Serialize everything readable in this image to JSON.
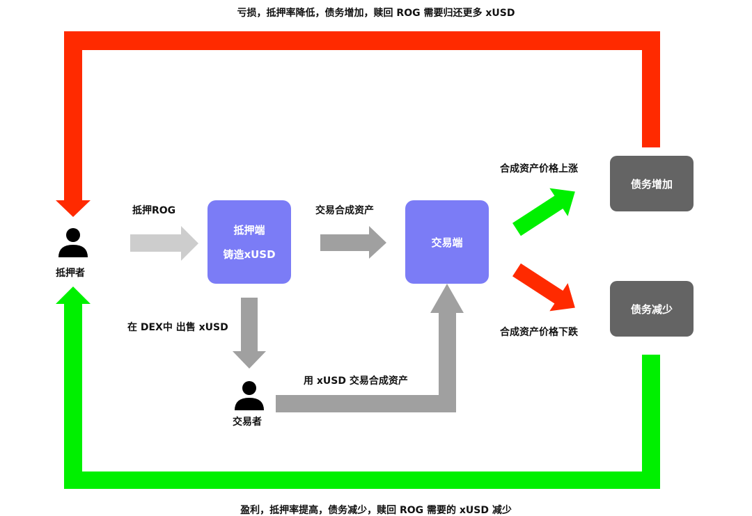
{
  "top_label": "亏损，抵押率降低，债务增加，赎回 ROG 需要归还更多 xUSD",
  "bottom_label": "盈利，抵押率提高，债务减少，赎回 ROG 需要的 xUSD 减少",
  "collateral_user": "抵押者",
  "trader": "交易者",
  "arrow_collateralize": "抵押ROG",
  "arrow_trade_synth": "交易合成资产",
  "arrow_sell_dex": "在 DEX中 出售 xUSD",
  "arrow_use_xusd": "用 xUSD 交易合成资产",
  "collateral_end": {
    "line1": "抵押端",
    "line2": "铸造xUSD"
  },
  "trading_end": "交易端",
  "price_up": "合成资产价格上涨",
  "price_down": "合成资产价格下跌",
  "debt_up": "债务增加",
  "debt_down": "债务减少",
  "colors": {
    "red": "#ff2a00",
    "green": "#00f000",
    "blue": "#7b7cf6",
    "gray_box": "#646464",
    "arrow_gray": "#a0a0a0",
    "arrow_light": "#cdcdcd"
  }
}
